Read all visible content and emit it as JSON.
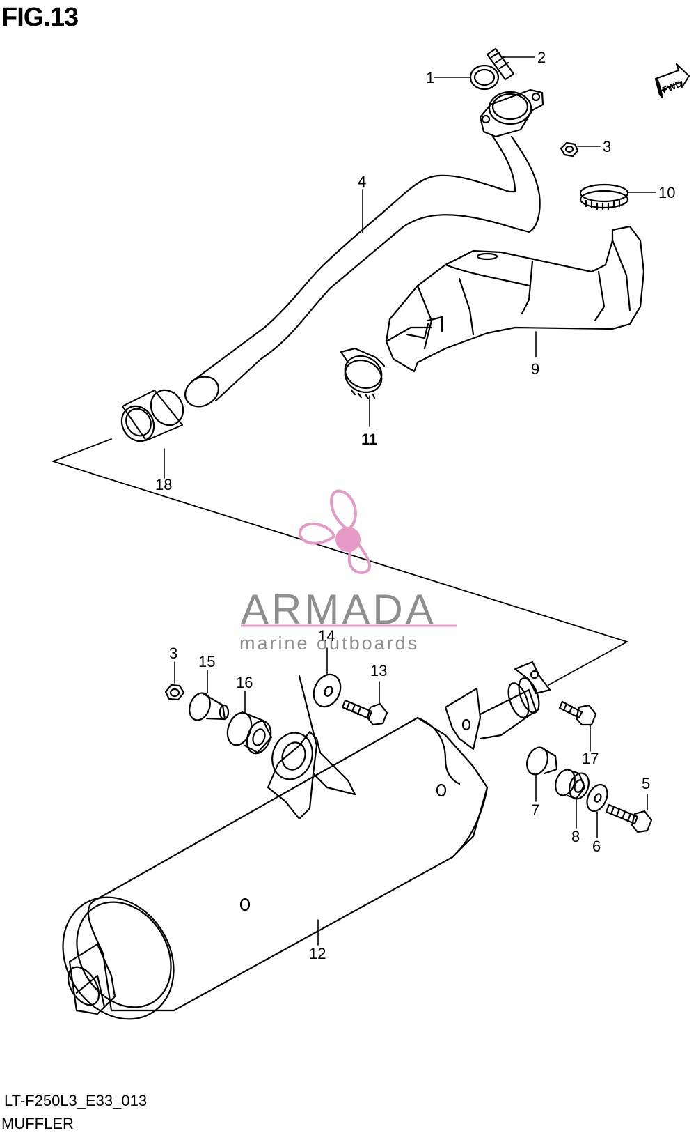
{
  "figure": {
    "title": "FIG.13",
    "code": "LT-F250L3_E33_013",
    "name": "MUFFLER"
  },
  "badge": {
    "fwd": "FWD"
  },
  "watermark": {
    "brand": "ARMADA",
    "tagline": "marine outboards",
    "color": "#e49ac4"
  },
  "callouts": [
    "1",
    "2",
    "3",
    "10",
    "4",
    "9",
    "11",
    "18",
    "3",
    "15",
    "16",
    "14",
    "13",
    "17",
    "5",
    "7",
    "8",
    "6",
    "12"
  ]
}
